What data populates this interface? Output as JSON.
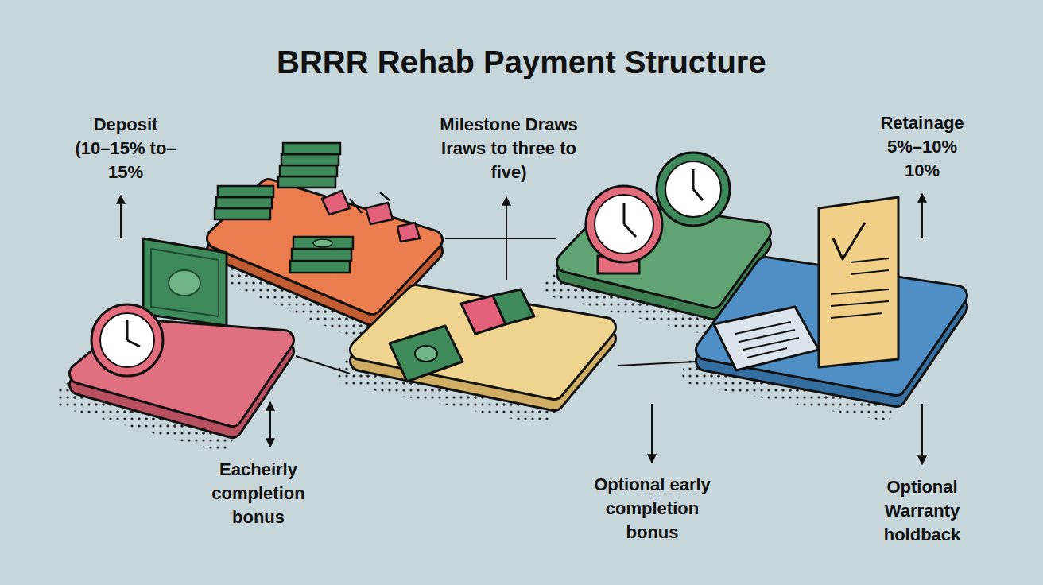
{
  "diagram": {
    "title": "BRRR Rehab Payment Structure",
    "labels": [
      "Deposit (10–15% to–15%",
      "Milestone Draws Iraws to three to five)",
      "Retainage 5%–10% 10%",
      "Eacheirly completion bonus",
      "Optional early completion bonus",
      "Optional Warranty holdback"
    ]
  }
}
